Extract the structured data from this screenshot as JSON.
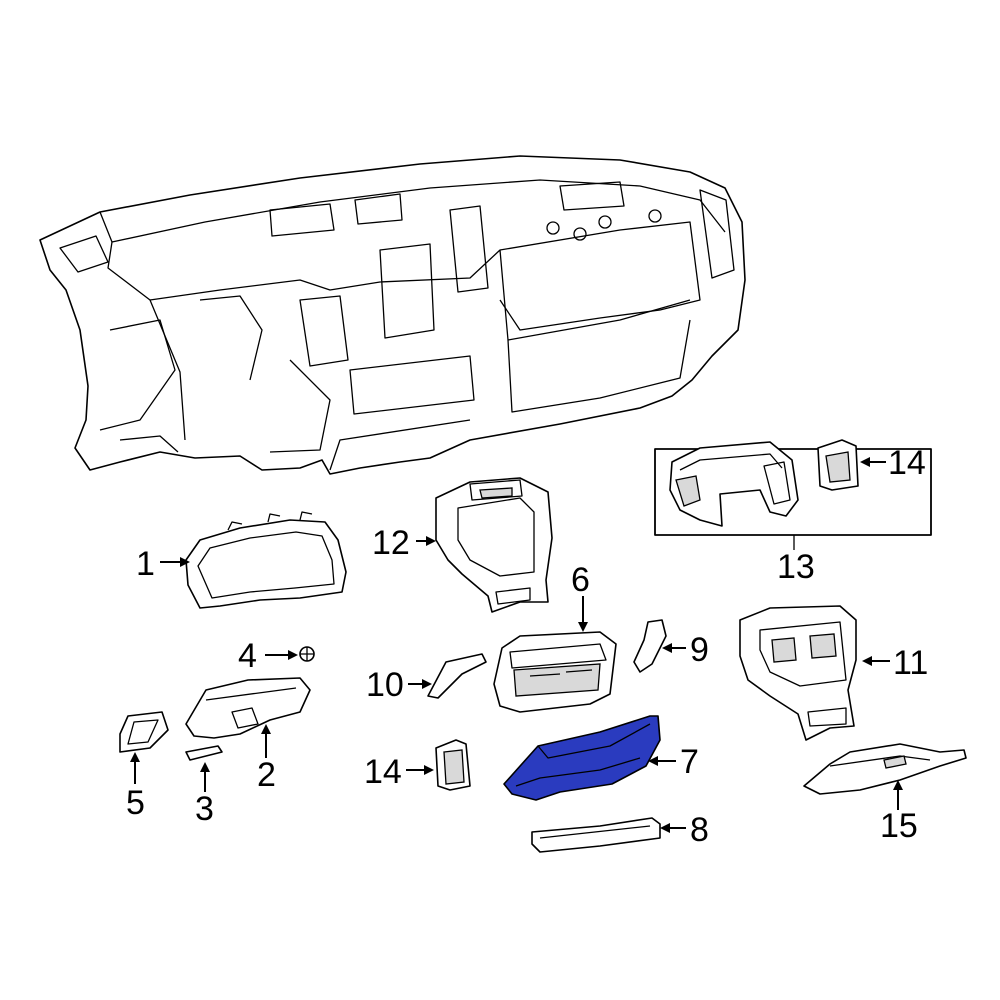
{
  "accent_color": "#2a3bbf",
  "callouts": {
    "c1": "1",
    "c2": "2",
    "c3": "3",
    "c4": "4",
    "c5": "5",
    "c6": "6",
    "c7": "7",
    "c8": "8",
    "c9": "9",
    "c10": "10",
    "c11": "11",
    "c12": "12",
    "c13": "13",
    "c14a": "14",
    "c14b": "14",
    "c15": "15"
  }
}
